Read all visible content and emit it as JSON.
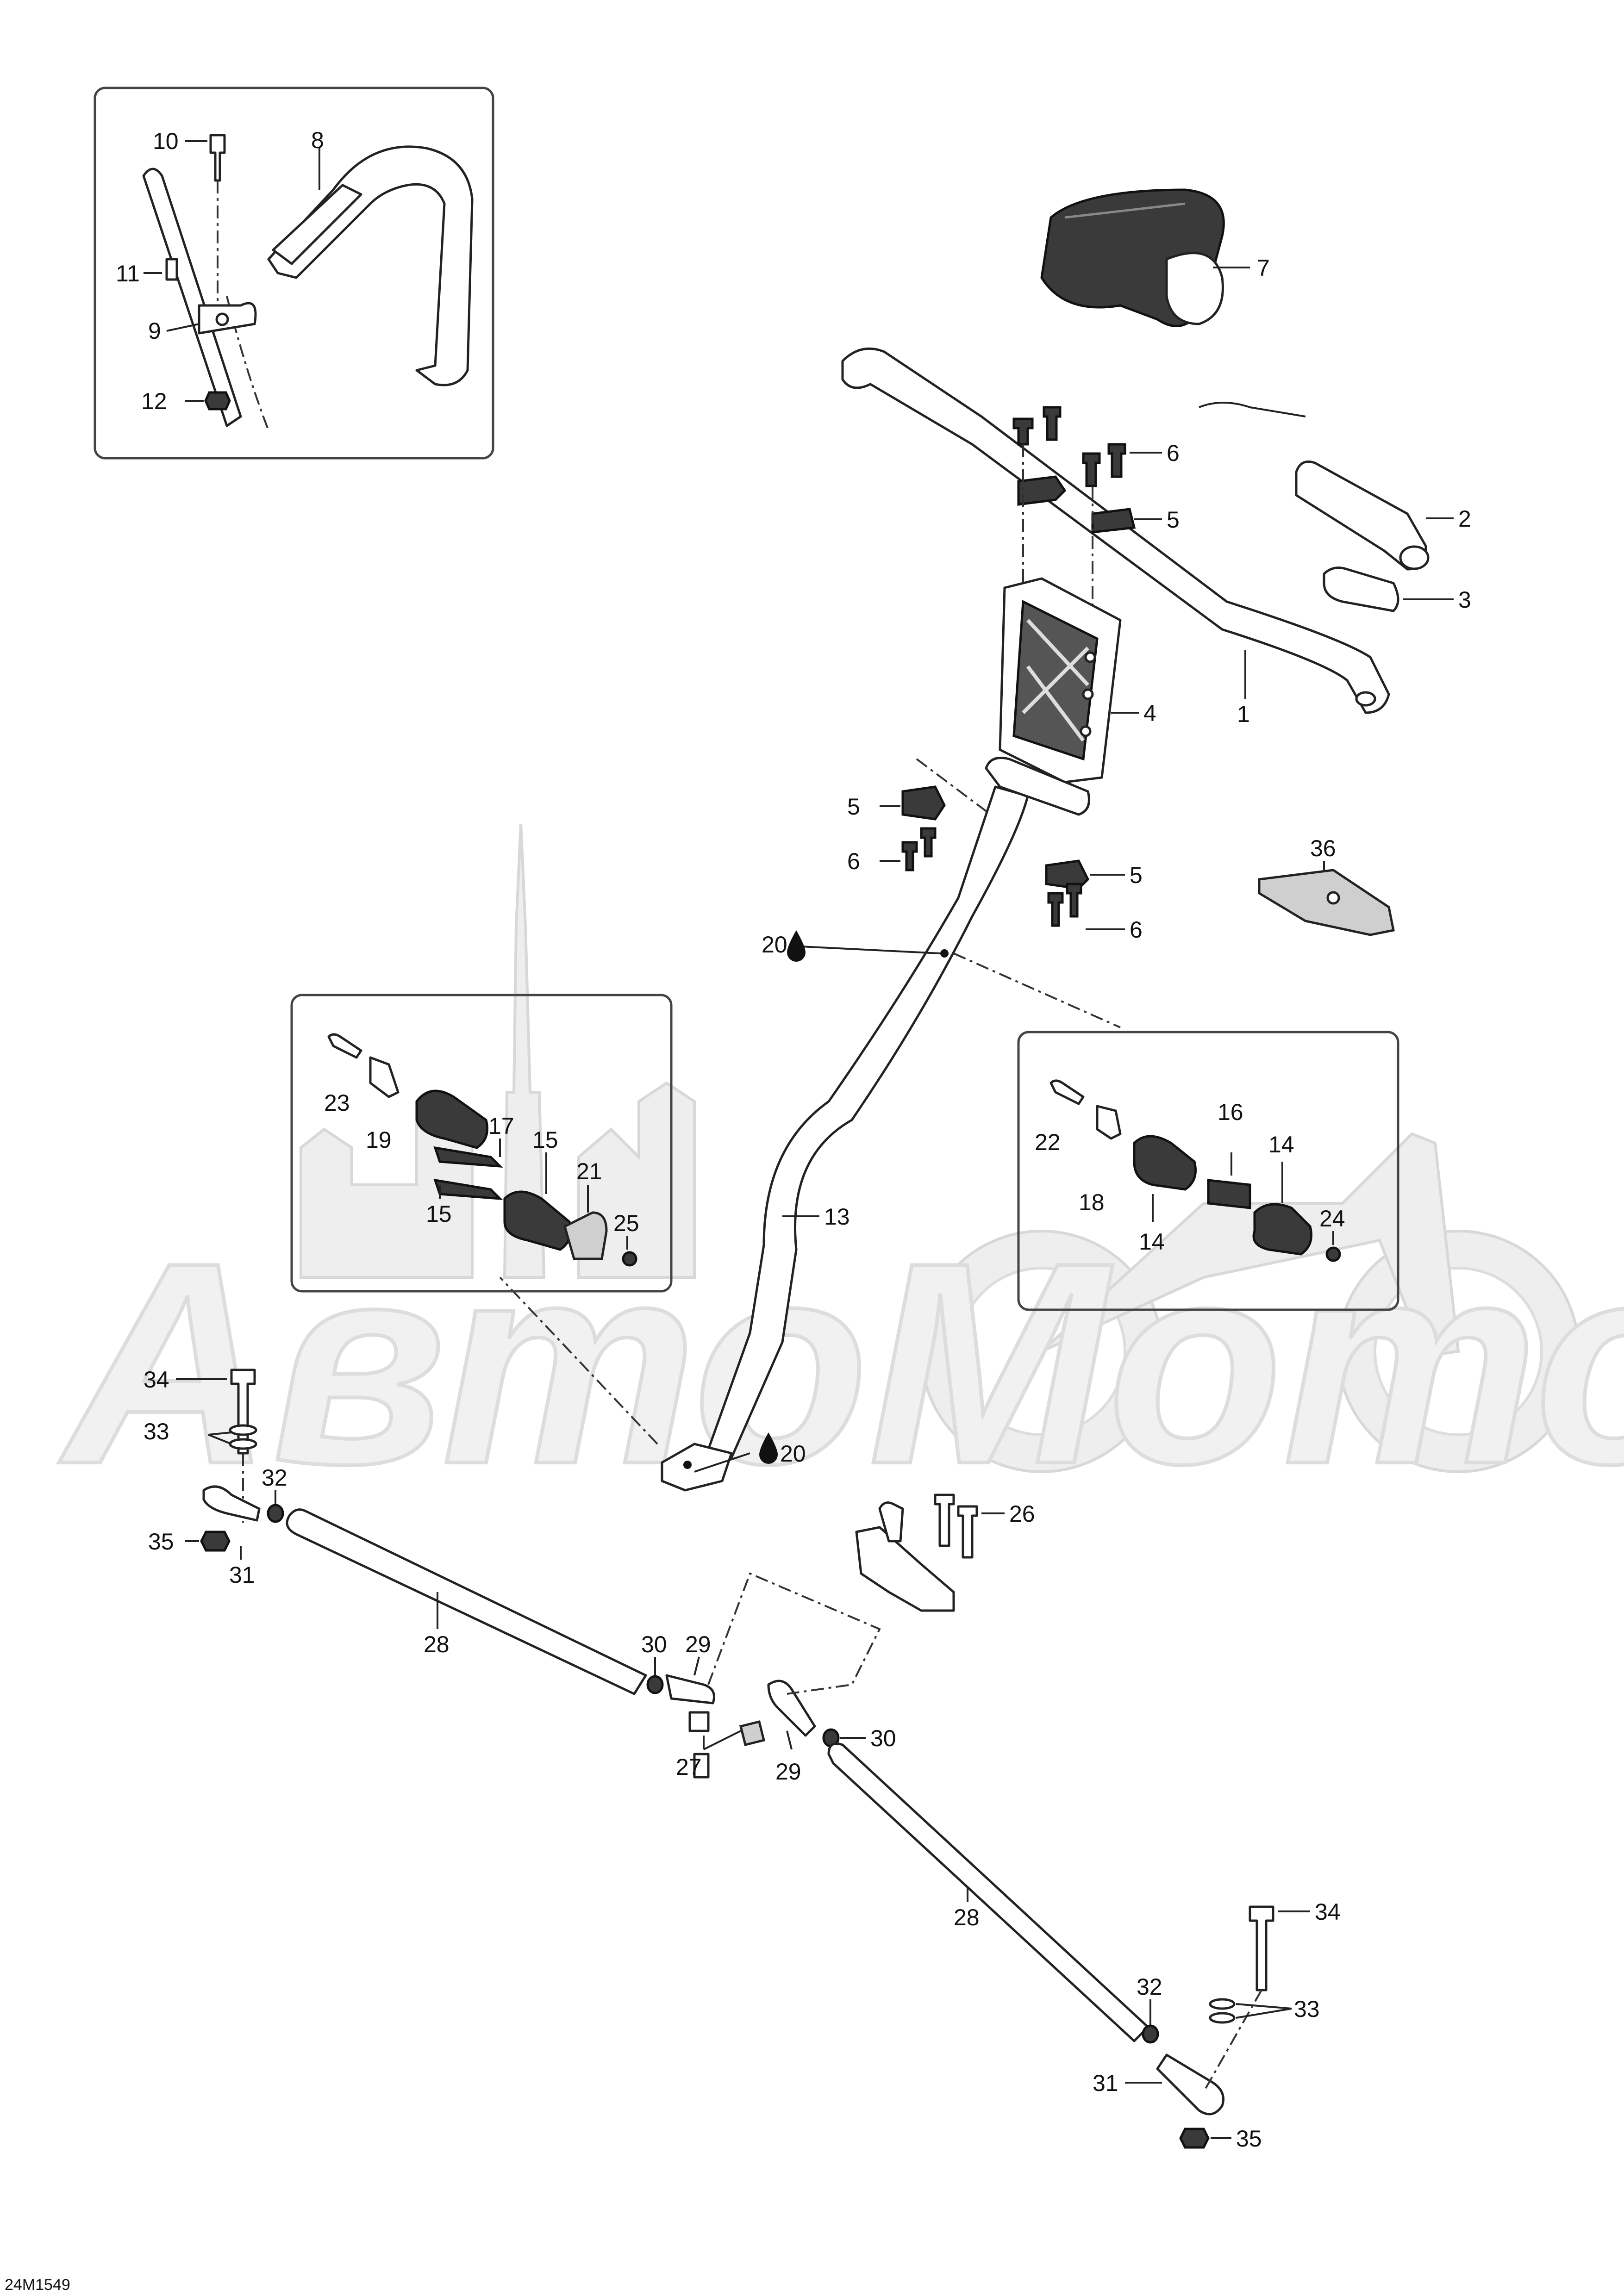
{
  "drawing_code": "24M1549",
  "watermark_text": "АвтоМото",
  "callouts": {
    "c1": "1",
    "c2": "2",
    "c3": "3",
    "c4": "4",
    "c5a": "5",
    "c5b": "5",
    "c5c": "5",
    "c6a": "6",
    "c6b": "6",
    "c6c": "6",
    "c7": "7",
    "c8": "8",
    "c9": "9",
    "c10": "10",
    "c11": "11",
    "c12": "12",
    "c13": "13",
    "c14a": "14",
    "c14b": "14",
    "c15a": "15",
    "c15b": "15",
    "c16": "16",
    "c17": "17",
    "c18": "18",
    "c19": "19",
    "c20a": "20",
    "c20b": "20",
    "c21": "21",
    "c22": "22",
    "c23": "23",
    "c24": "24",
    "c25": "25",
    "c26": "26",
    "c27": "27",
    "c28a": "28",
    "c28b": "28",
    "c29a": "29",
    "c29b": "29",
    "c30a": "30",
    "c30b": "30",
    "c31a": "31",
    "c31b": "31",
    "c32a": "32",
    "c32b": "32",
    "c33a": "33",
    "c33b": "33",
    "c34a": "34",
    "c34b": "34",
    "c35a": "35",
    "c35b": "35",
    "c36": "36"
  },
  "colors": {
    "line": "#222222",
    "watermark": "#eeeeee",
    "background": "#ffffff"
  },
  "icons": {
    "lubricant": "oil-drop-icon"
  }
}
